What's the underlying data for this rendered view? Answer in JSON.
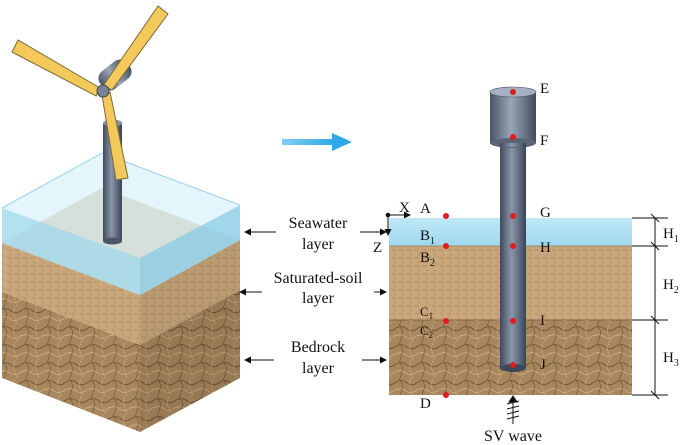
{
  "left_labels": {
    "seawater": [
      "Seawater",
      "layer"
    ],
    "saturated_soil": [
      "Saturated-soil",
      "layer"
    ],
    "bedrock": [
      "Bedrock",
      "layer"
    ]
  },
  "axes": {
    "x": "X",
    "z": "Z"
  },
  "points": {
    "A": "A",
    "B1": "B",
    "B1_sub": "1",
    "B2": "B",
    "B2_sub": "2",
    "C1": "C",
    "C1_sub": "1",
    "C2": "C",
    "C2_sub": "2",
    "D": "D",
    "E": "E",
    "F": "F",
    "G": "G",
    "H": "H",
    "I": "I",
    "J": "J"
  },
  "heights": {
    "H1": "H",
    "H1_sub": "1",
    "H2": "H",
    "H2_sub": "2",
    "H3": "H",
    "H3_sub": "3"
  },
  "excitation": "SV wave",
  "colors": {
    "seawater": "#a9dff0",
    "soil": "#c8a87e",
    "bedrock": "#a88660",
    "pile": "#5b6779",
    "blade": "#f0c85a",
    "arrow": "#3cb3e8",
    "point": "#e01c1c"
  }
}
